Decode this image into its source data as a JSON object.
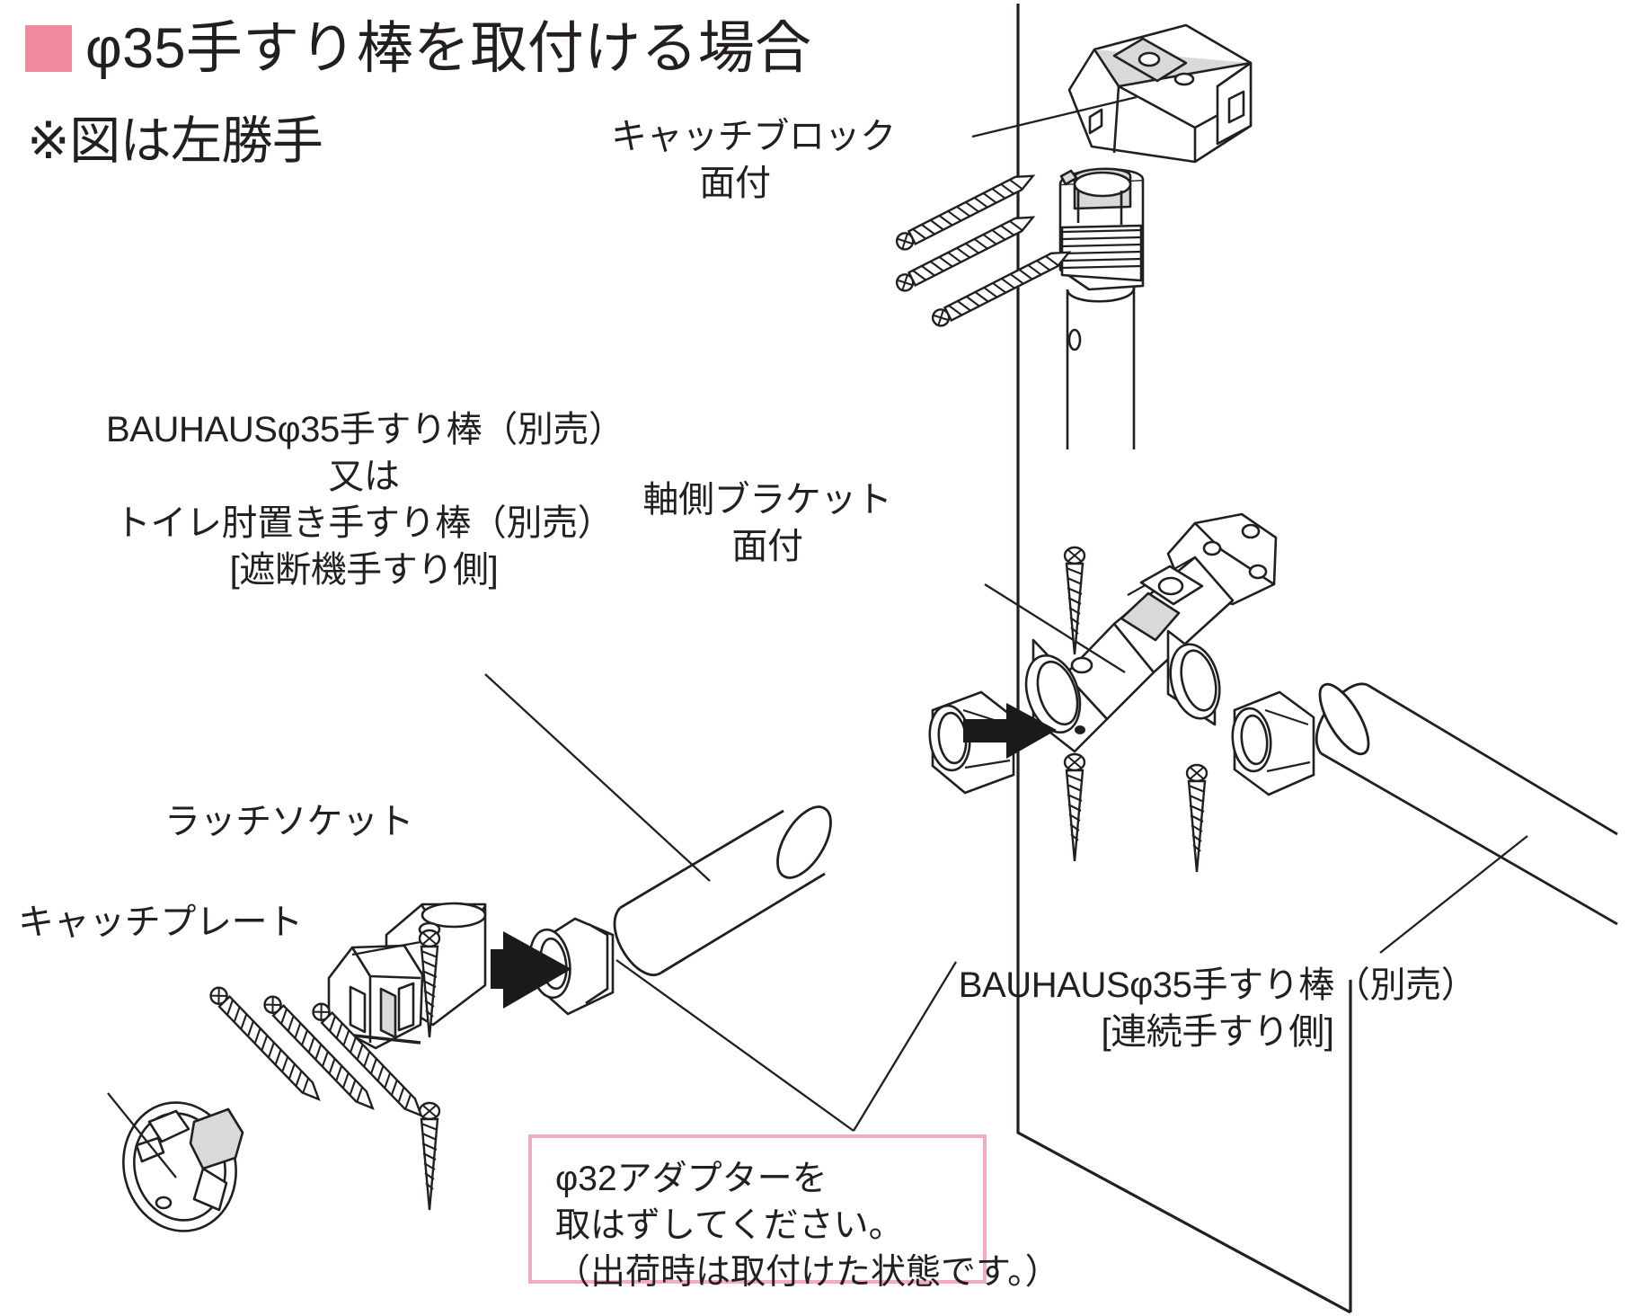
{
  "document": {
    "title_bullet_color": "#ef8b9c",
    "title": "φ35手すり棒を取付ける場合",
    "subtitle": "※図は左勝手"
  },
  "callouts": {
    "catch_block": "キャッチブロック\n面付",
    "handrail_left": "BAUHAUSφ35手すり棒（別売）\n又は\nトイレ肘置き手すり棒（別売）\n[遮断機手すり側]",
    "shaft_bracket": "軸側ブラケット\n面付",
    "latch_socket": "ラッチソケット",
    "catch_plate": "キャッチプレート",
    "handrail_right": "BAUHAUSφ35手すり棒（別売）\n[連続手すり側]"
  },
  "note": {
    "border_color": "#efaec0",
    "text": "φ32アダプターを\n取はずしてください。\n（出荷時は取付けた状態です。）"
  },
  "diagram": {
    "type": "exploded-assembly",
    "line_color": "#231f20",
    "fill_light": "#ffffff",
    "fill_shade": "#d9d9d9",
    "arrow_color": "#1a1a1a",
    "wall_line": "vertical wall edge at x≈1120",
    "parts": [
      {
        "name": "catch-block-face-mount",
        "screws": 3
      },
      {
        "name": "catch-block-socket-barrel",
        "screws": 0
      },
      {
        "name": "vertical-post-tube",
        "screws": 0
      },
      {
        "name": "shaft-side-bracket-face-mount",
        "screws": 3
      },
      {
        "name": "phi32-adapter-ring-left",
        "screws": 0
      },
      {
        "name": "phi32-adapter-ring-right",
        "screws": 0
      },
      {
        "name": "handrail-bar-left",
        "screws": 0
      },
      {
        "name": "handrail-bar-right",
        "screws": 0
      },
      {
        "name": "latch-socket",
        "screws": 2
      },
      {
        "name": "catch-plate",
        "screws": 3
      }
    ],
    "arrows": [
      {
        "name": "insert-arrow-center",
        "direction": "right"
      },
      {
        "name": "insert-arrow-left",
        "direction": "right"
      }
    ]
  }
}
